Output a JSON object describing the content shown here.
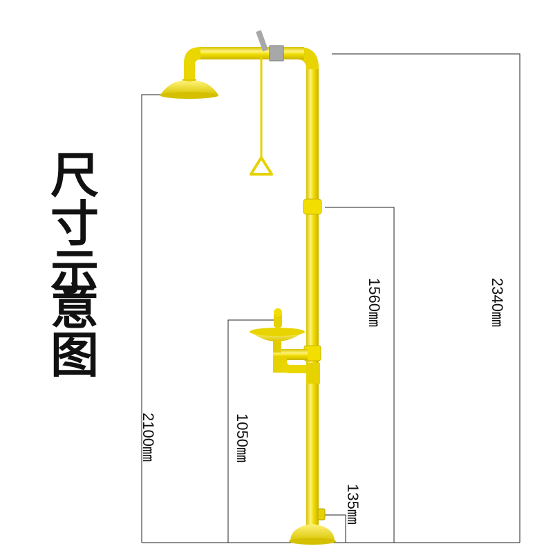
{
  "title": "尺寸示意图",
  "colors": {
    "pipe": "#f0dc00",
    "pipe_light": "#fff27a",
    "pipe_dark": "#c9b400",
    "valve_metal": "#a8a8a8",
    "line": "#222222"
  },
  "dimensions": {
    "total_height": "2340㎜",
    "shower_head_height": "2100㎜",
    "upper_section": "1560㎜",
    "eyewash_height": "1050㎜",
    "inlet_height": "135㎜"
  },
  "icons": {
    "shower_head": "shower-head-icon",
    "eyewash_bowl": "eyewash-bowl-icon",
    "pull_handle": "pull-handle-icon",
    "valve": "valve-icon",
    "base": "base-plate-icon"
  }
}
